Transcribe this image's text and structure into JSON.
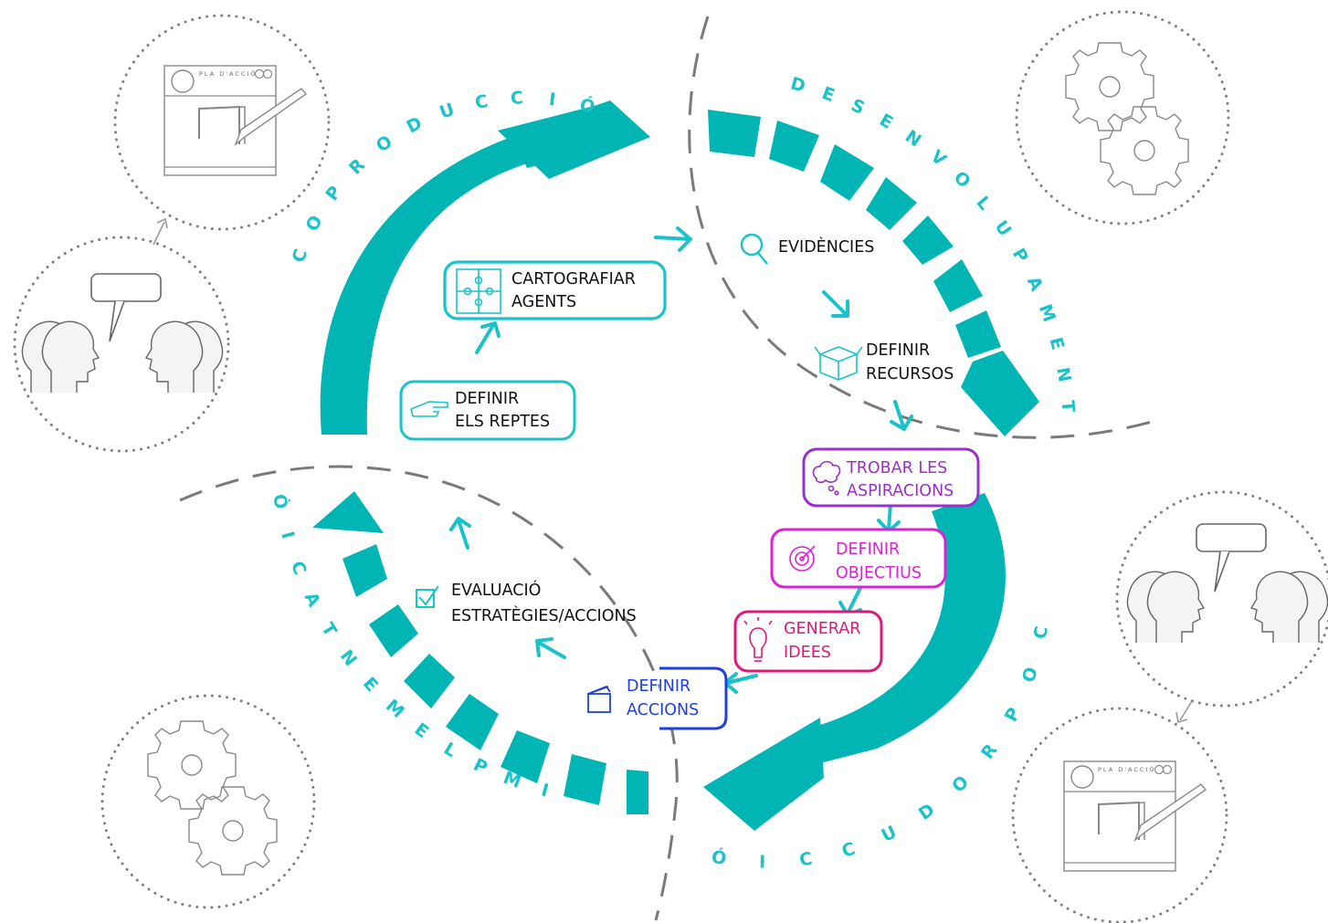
{
  "colors": {
    "teal": "#00b5b3",
    "cyan": "#19c3c9",
    "dash_gray": "#7a7a7a",
    "dot_gray": "#808080",
    "purple": "#9b30c8",
    "magenta": "#dd1fd8",
    "pink": "#e0187a",
    "blue": "#1f3fe0",
    "text_dark": "#111111"
  },
  "arcs": {
    "coproduccio_top": "COPRODUCCIÓ",
    "desenvolupament": "DESENVOLUPAMENT",
    "coproduccio_bottom": "COPRODUCCIÓ",
    "implementacio": "IMPLEMENTACIÓ"
  },
  "steps": {
    "cartografiar": {
      "line1": "CARTOGRAFIAR",
      "line2": "AGENTS",
      "icon": "puzzle-icon"
    },
    "definir_reptes": {
      "line1": "DEFINIR",
      "line2": "ELS REPTES",
      "icon": "pointing-hand-icon"
    },
    "evidencies": {
      "line1": "EVIDÈNCIES",
      "icon": "magnifier-icon"
    },
    "definir_recursos": {
      "line1": "DEFINIR",
      "line2": "RECURSOS",
      "icon": "box-icon"
    },
    "trobar_aspiracions": {
      "line1": "TROBAR LES",
      "line2": "ASPIRACIONS",
      "icon": "thought-cloud-icon"
    },
    "definir_objectius": {
      "line1": "DEFINIR",
      "line2": "OBJECTIUS",
      "icon": "target-icon"
    },
    "generar_idees": {
      "line1": "GENERAR",
      "line2": "IDEES",
      "icon": "lightbulb-icon"
    },
    "definir_accions": {
      "line1": "DEFINIR",
      "line2": "ACCIONS",
      "icon": "clapperboard-icon"
    },
    "evaluacio": {
      "line1": "EVALUACIÓ",
      "line2": "ESTRATÈGIES/ACCIONS",
      "icon": "checkbox-icon"
    }
  },
  "doc_header": "PLA D'ACCIÓ"
}
